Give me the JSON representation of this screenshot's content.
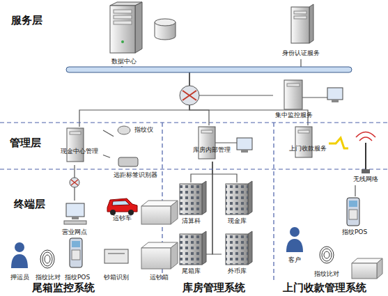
{
  "diagram": {
    "nodes": [
      {
        "text": [
          "数据中心"
        ]
      },
      {
        "text": [
          "身份认证服务"
        ]
      },
      {
        "text": [
          "集中监控服务"
        ]
      },
      {
        "text": [
          "现金中心管理"
        ]
      },
      {
        "text": [
          "指纹仪"
        ]
      },
      {
        "text": [
          "远距标签识别器"
        ]
      },
      {
        "text": [
          "库房内部管理"
        ]
      },
      {
        "text": [
          "上门收款服务"
        ]
      },
      {
        "text": [
          "无线网络"
        ]
      },
      {
        "text": [
          "营业网点"
        ]
      },
      {
        "text": [
          "运钞车"
        ]
      },
      {
        "text": [
          "押运员"
        ]
      },
      {
        "text": [
          "指纹比对"
        ]
      },
      {
        "text": [
          "指纹POS"
        ]
      },
      {
        "text": [
          "钞箱识别"
        ]
      },
      {
        "text": [
          "运钞箱"
        ]
      },
      {
        "text": [
          "清算科"
        ]
      },
      {
        "text": [
          "现金库"
        ]
      },
      {
        "text": [
          "尾箱库"
        ]
      },
      {
        "text": [
          "外币库"
        ]
      },
      {
        "text": [
          "客户"
        ]
      },
      {
        "text": [
          "指纹比对"
        ]
      },
      {
        "text": [
          "指纹POS"
        ]
      }
    ],
    "edges": [
      {
        "from": 0,
        "to": 1,
        "arrow": "none"
      },
      {
        "from": 0,
        "to": 2,
        "arrow": "none"
      },
      {
        "from": 0,
        "to": 3,
        "arrow": "none"
      },
      {
        "from": 0,
        "to": 6,
        "arrow": "none"
      },
      {
        "from": 0,
        "to": 7,
        "arrow": "none"
      },
      {
        "from": 3,
        "to": 4,
        "arrow": "none"
      },
      {
        "from": 3,
        "to": 5,
        "arrow": "none"
      },
      {
        "from": 3,
        "to": 9,
        "arrow": "none"
      },
      {
        "from": 6,
        "to": 16,
        "arrow": "none"
      },
      {
        "from": 6,
        "to": 17,
        "arrow": "none"
      },
      {
        "from": 6,
        "to": 18,
        "arrow": "none"
      },
      {
        "from": 6,
        "to": 19,
        "arrow": "none"
      },
      {
        "from": 7,
        "to": 8,
        "arrow": "none"
      },
      {
        "from": 8,
        "to": 22,
        "arrow": "none"
      }
    ],
    "labels": [
      "服务层",
      "管理层",
      "终端层",
      "尾箱监控系统",
      "库房管理系统",
      "上门收款管理系统"
    ]
  }
}
